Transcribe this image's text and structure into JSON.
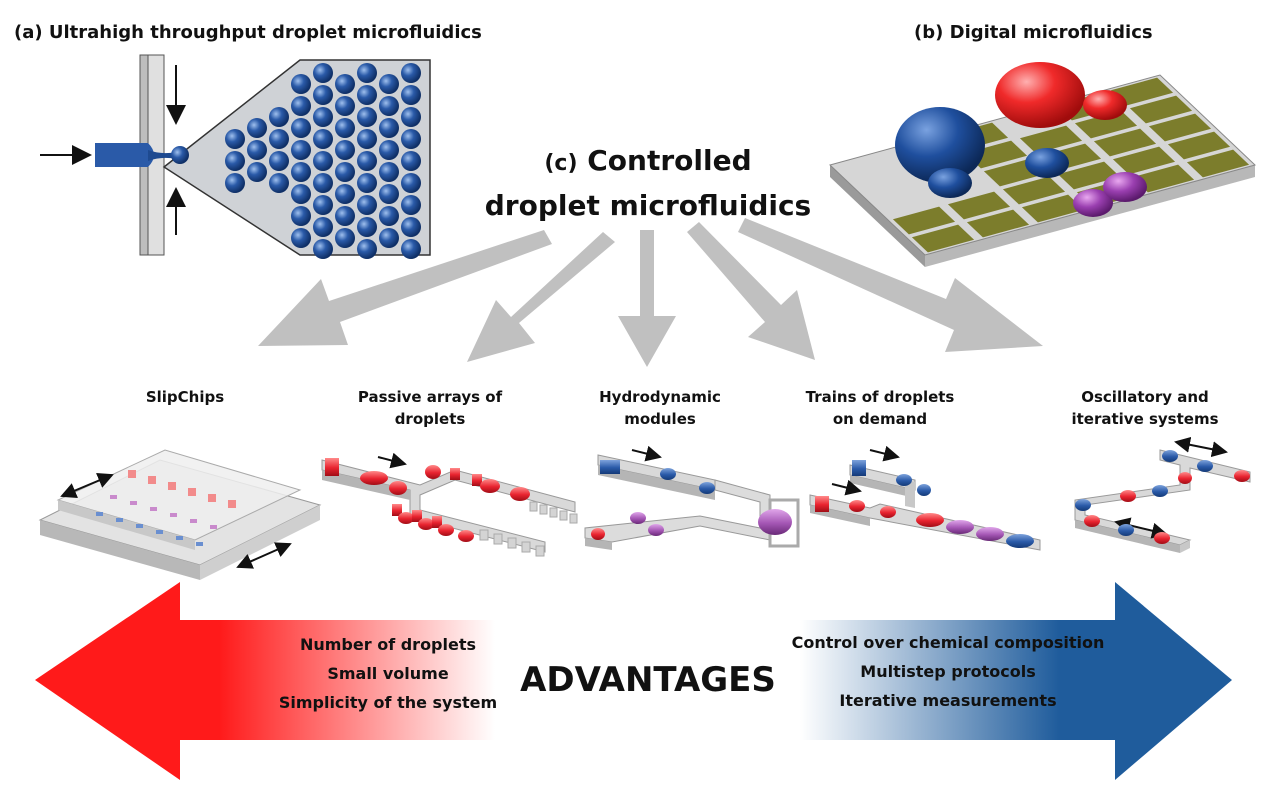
{
  "panels": {
    "a": {
      "label": "(a)",
      "title": "Ultrahigh throughput droplet microfluidics"
    },
    "b": {
      "label": "(b)",
      "title": "Digital microfluidics"
    },
    "c": {
      "label": "(c)",
      "title_line1": "Controlled",
      "title_line2": "droplet microfluidics"
    }
  },
  "methods": [
    {
      "line1": "SlipChips",
      "line2": ""
    },
    {
      "line1": "Passive arrays of",
      "line2": "droplets"
    },
    {
      "line1": "Hydrodynamic",
      "line2": "modules"
    },
    {
      "line1": "Trains of droplets",
      "line2": "on demand"
    },
    {
      "line1": "Oscillatory and",
      "line2": "iterative systems"
    }
  ],
  "advantages": {
    "center_label": "ADVANTAGES",
    "left_items": [
      "Number of droplets",
      "Small volume",
      "Simplicity of the system"
    ],
    "right_items": [
      "Control over chemical composition",
      "Multistep protocols",
      "Iterative measurements"
    ]
  },
  "colors": {
    "left_arrow": "#ff1a1a",
    "right_arrow": "#1f5c9c",
    "flow_arrows": "#c0c0c0",
    "droplet_blue": "#2a5aa8",
    "droplet_red": "#e8232f",
    "droplet_purple": "#8e3fa0",
    "electrode": "#7c7d2c"
  }
}
